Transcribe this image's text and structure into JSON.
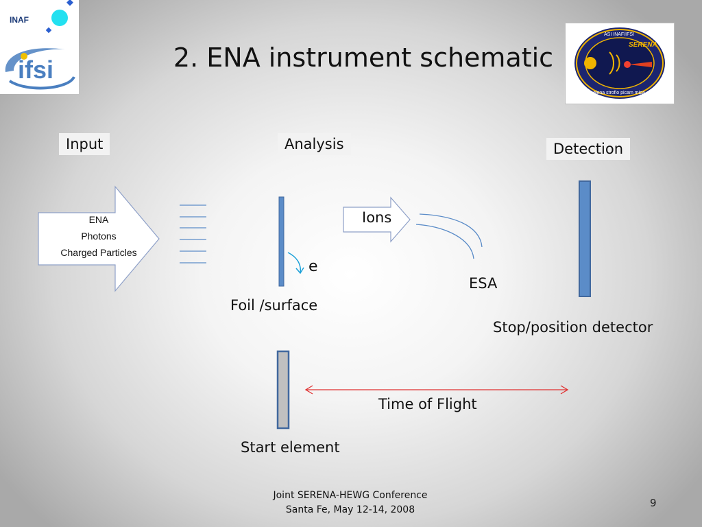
{
  "slide": {
    "title": "2. ENA instrument schematic",
    "page_number": "9"
  },
  "logos": {
    "inaf_text": "INAF",
    "ifsi_text": "ifsi",
    "serena_text": "SERENA",
    "serena_ring_top": "ASI  INAF/IFSI",
    "serena_ring_bottom": "elena strofio picam mipa"
  },
  "sections": {
    "input": "Input",
    "analysis": "Analysis",
    "detection": "Detection"
  },
  "input_arrow": {
    "items": [
      "ENA",
      "Photons",
      "Charged Particles"
    ]
  },
  "labels": {
    "ions": "Ions",
    "electron": "e",
    "foil": "Foil /surface",
    "esa": "ESA",
    "stop_detector": "Stop/position detector",
    "time_of_flight": "Time of Flight",
    "start_element": "Start element"
  },
  "footer": {
    "line1": "Joint SERENA-HEWG Conference",
    "line2": "Santa Fe, May 12-14, 2008"
  },
  "colors": {
    "element_blue": "#5b8cc8",
    "element_border": "#41689e",
    "start_fill": "#c0c0c0",
    "tof_arrow": "#e03030",
    "electron_arrow": "#1aa0d8",
    "ifsi_blue": "#4a7fc0",
    "serena_navy": "#1c2570",
    "serena_gold": "#f0b400"
  }
}
